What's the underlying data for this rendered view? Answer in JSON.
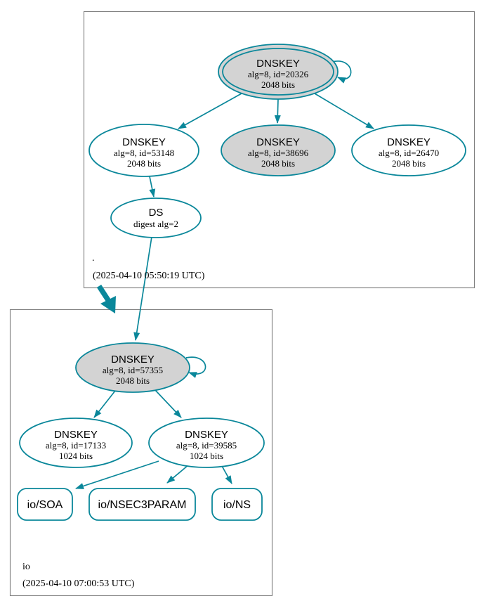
{
  "colors": {
    "edge_teal": "#0a879a",
    "ksk_fill_gray": "#d3d3d3",
    "node_fill_white": "#ffffff",
    "zone_box_border": "#7f7f7f"
  },
  "root_zone": {
    "label": ".",
    "timestamp": "(2025-04-10 05:50:19 UTC)",
    "ksk": {
      "title": "DNSKEY",
      "alg": "alg=8, id=20326",
      "bits": "2048 bits"
    },
    "zsk_left": {
      "title": "DNSKEY",
      "alg": "alg=8, id=53148",
      "bits": "2048 bits"
    },
    "zsk_mid": {
      "title": "DNSKEY",
      "alg": "alg=8, id=38696",
      "bits": "2048 bits"
    },
    "zsk_right": {
      "title": "DNSKEY",
      "alg": "alg=8, id=26470",
      "bits": "2048 bits"
    },
    "ds": {
      "title": "DS",
      "detail": "digest alg=2"
    }
  },
  "io_zone": {
    "label": "io",
    "timestamp": "(2025-04-10 07:00:53 UTC)",
    "ksk": {
      "title": "DNSKEY",
      "alg": "alg=8, id=57355",
      "bits": "2048 bits"
    },
    "zsk_left": {
      "title": "DNSKEY",
      "alg": "alg=8, id=17133",
      "bits": "1024 bits"
    },
    "zsk_right": {
      "title": "DNSKEY",
      "alg": "alg=8, id=39585",
      "bits": "1024 bits"
    },
    "rrset_soa": "io/SOA",
    "rrset_nsec3param": "io/NSEC3PARAM",
    "rrset_ns": "io/NS"
  }
}
